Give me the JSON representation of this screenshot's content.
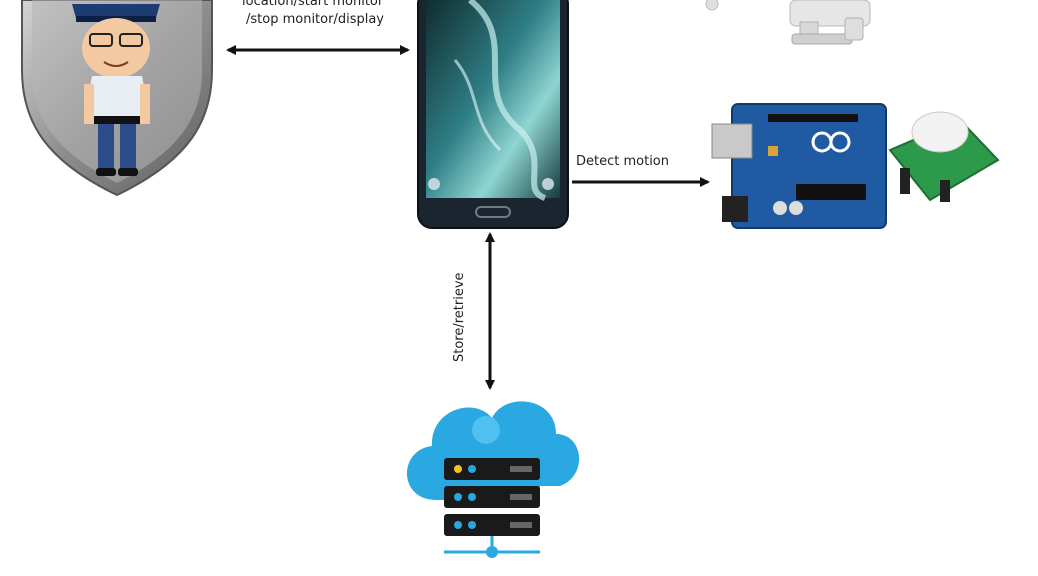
{
  "diagram": {
    "nodes": {
      "user": {
        "icon": "security-guard-badge-icon"
      },
      "phone": {
        "icon": "smartphone-icon"
      },
      "camera": {
        "icon": "cctv-camera-icon"
      },
      "arduino": {
        "icon": "arduino-board-with-pir-sensor-icon"
      },
      "cloud": {
        "icon": "cloud-server-icon"
      }
    },
    "edges": {
      "user_phone": {
        "label_line1": "location/start monitor",
        "label_line2": "/stop monitor/display",
        "direction": "bidirectional"
      },
      "phone_arduino": {
        "label": "Detect motion",
        "direction": "phone-to-arduino"
      },
      "phone_cloud": {
        "label": "Store/retrieve",
        "direction": "bidirectional"
      }
    },
    "colors": {
      "arrow": "#111111",
      "cloud": "#29a8e0",
      "board": "#1a4d8f",
      "badge": "#9a9a9a"
    }
  }
}
